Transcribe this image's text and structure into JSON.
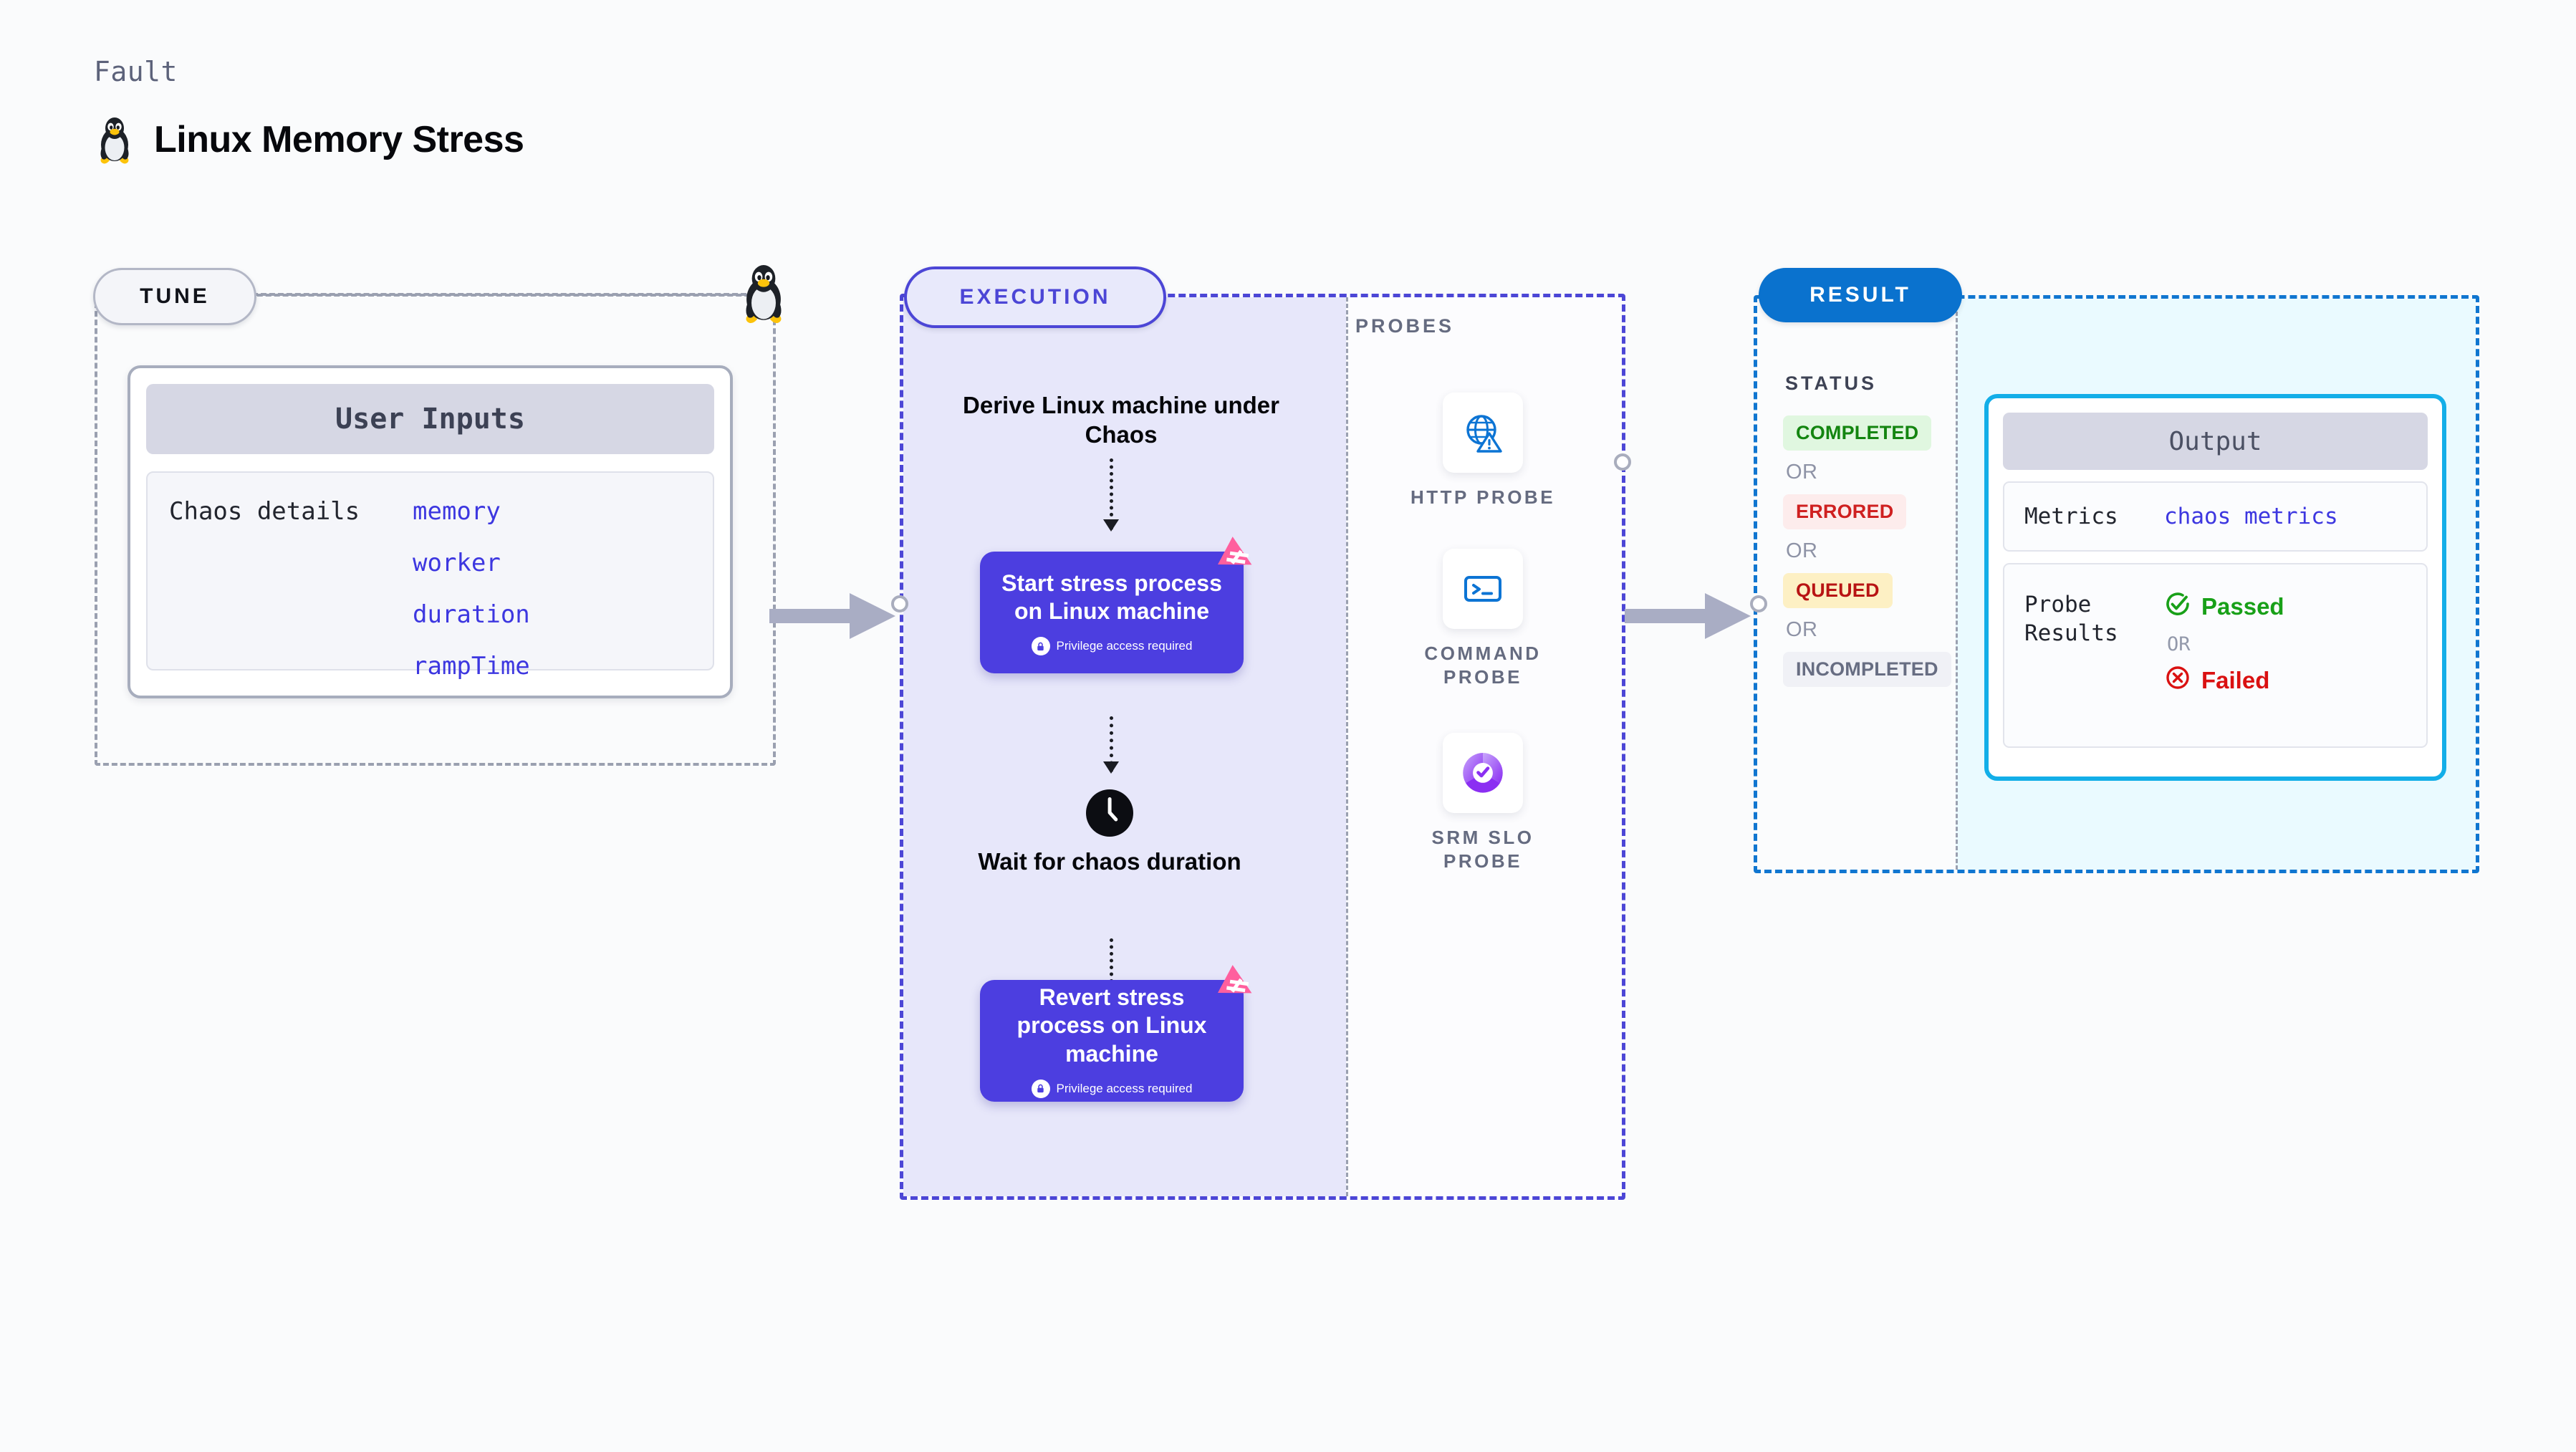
{
  "header": {
    "fault_label": "Fault",
    "title": "Linux Memory Stress",
    "icon": "tux-penguin-icon"
  },
  "tune": {
    "pill_label": "TUNE",
    "card": {
      "header": "User Inputs",
      "details_label": "Chaos details",
      "values": [
        "memory",
        "worker",
        "duration",
        "rampTime"
      ]
    }
  },
  "execution": {
    "pill_label": "EXECUTION",
    "derive_text": "Derive Linux machine under Chaos",
    "start_card": {
      "title": "Start stress process on Linux machine",
      "privilege_note": "Privilege access required",
      "logo": "harness-logo-icon",
      "lock": "lock-icon"
    },
    "wait_node": {
      "icon": "clock-icon",
      "text": "Wait for chaos duration"
    },
    "revert_card": {
      "title": "Revert stress process on Linux machine",
      "privilege_note": "Privilege access required",
      "logo": "harness-logo-icon",
      "lock": "lock-icon"
    }
  },
  "probes": {
    "label": "PROBES",
    "items": [
      {
        "label": "HTTP PROBE",
        "icon": "globe-warning-icon"
      },
      {
        "label": "COMMAND\nPROBE",
        "icon": "terminal-icon"
      },
      {
        "label": "SRM SLO\nPROBE",
        "icon": "slo-donut-check-icon"
      }
    ]
  },
  "result": {
    "pill_label": "RESULT",
    "status_label": "STATUS",
    "or_label": "OR",
    "statuses": [
      {
        "label": "COMPLETED",
        "tone": "completed"
      },
      {
        "label": "ERRORED",
        "tone": "errored"
      },
      {
        "label": "QUEUED",
        "tone": "queued"
      },
      {
        "label": "INCOMPLETED",
        "tone": "incompleted"
      }
    ],
    "output": {
      "header": "Output",
      "metrics_key": "Metrics",
      "metrics_value": "chaos metrics",
      "probe_results_key": "Probe Results",
      "passed_label": "Passed",
      "failed_label": "Failed",
      "or_label": "OR"
    }
  },
  "colors": {
    "accent_indigo": "#4c3ee0",
    "accent_blue": "#0a72ce",
    "accent_cyan": "#13aee8",
    "harness_pink": "#ff5f9e",
    "mono_blue": "#3d37e0",
    "status_green": "#138510",
    "status_red": "#cf2020",
    "status_amber": "#b81414",
    "status_gray": "#676d82"
  }
}
